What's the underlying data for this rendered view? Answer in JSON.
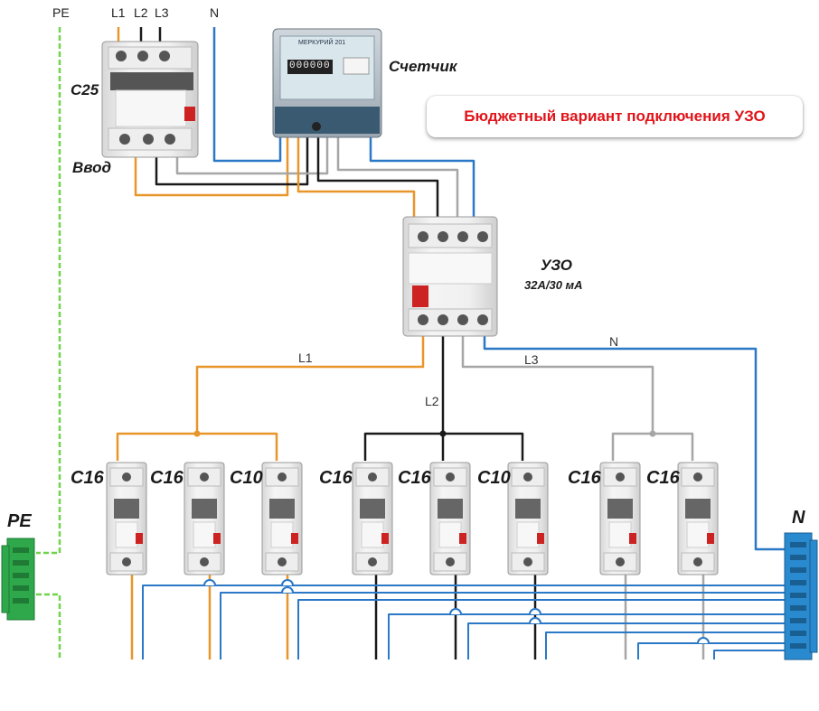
{
  "top_labels": {
    "pe": "PE",
    "l1": "L1",
    "l2": "L2",
    "l3": "L3",
    "n": "N"
  },
  "input_breaker": {
    "rating": "C25",
    "caption": "Ввод"
  },
  "meter": {
    "caption": "Счетчик",
    "brand": "МЕРКУРИЙ 201",
    "display": "000000"
  },
  "banner": {
    "text": "Бюджетный вариант подключения УЗО"
  },
  "rcd": {
    "name": "УЗО",
    "rating": "32А/30 мА"
  },
  "wire_labels": {
    "l1": "L1",
    "l2": "L2",
    "l3": "L3",
    "n": "N"
  },
  "breakers": [
    {
      "rating": "C16",
      "phase": "L1"
    },
    {
      "rating": "C16",
      "phase": "L1"
    },
    {
      "rating": "C10",
      "phase": "L1"
    },
    {
      "rating": "C16",
      "phase": "L2"
    },
    {
      "rating": "C16",
      "phase": "L2"
    },
    {
      "rating": "C10",
      "phase": "L2"
    },
    {
      "rating": "C16",
      "phase": "L3"
    },
    {
      "rating": "C16",
      "phase": "L3"
    }
  ],
  "bus_labels": {
    "pe": "PE",
    "n": "N"
  },
  "colors": {
    "l1": "#e8962a",
    "l2": "#1a1a1a",
    "l3": "#a6a6a6",
    "n": "#2a78c6",
    "pe": "#6fd44a",
    "pe_bar": "#2ea84a",
    "n_bar": "#2a8ad0",
    "banner_text": "#e0141a"
  }
}
